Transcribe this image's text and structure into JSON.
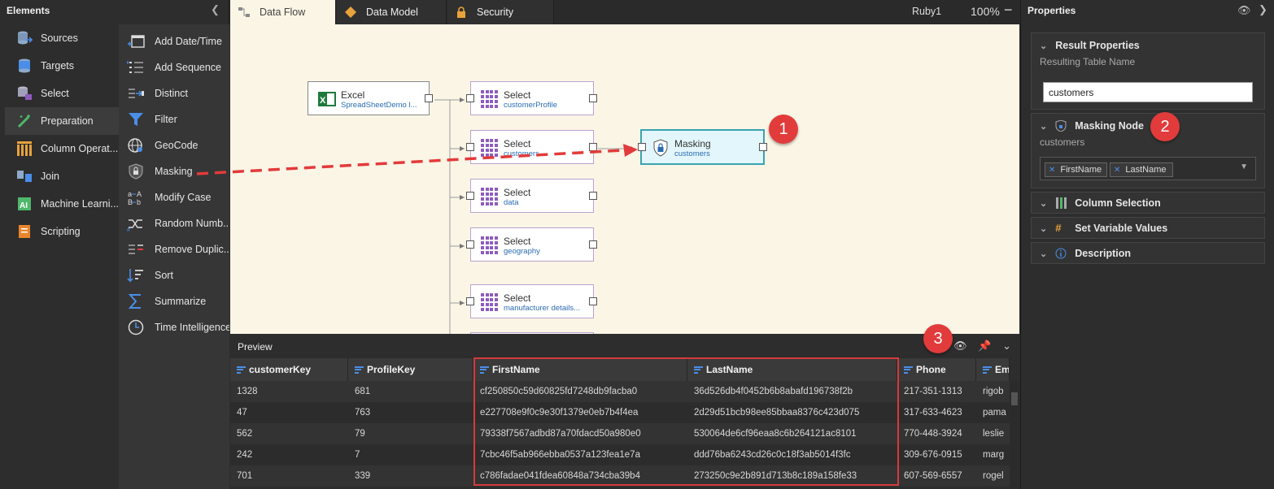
{
  "elements_panel": {
    "title": "Elements",
    "categories": [
      {
        "label": "Sources"
      },
      {
        "label": "Targets"
      },
      {
        "label": "Select"
      },
      {
        "label": "Preparation"
      },
      {
        "label": "Column Operat..."
      },
      {
        "label": "Join"
      },
      {
        "label": "Machine Learni..."
      },
      {
        "label": "Scripting"
      }
    ],
    "tools": [
      {
        "label": "Add Date/Time"
      },
      {
        "label": "Add Sequence"
      },
      {
        "label": "Distinct"
      },
      {
        "label": "Filter"
      },
      {
        "label": "GeoCode"
      },
      {
        "label": "Masking"
      },
      {
        "label": "Modify Case"
      },
      {
        "label": "Random Numb..."
      },
      {
        "label": "Remove Duplic..."
      },
      {
        "label": "Sort"
      },
      {
        "label": "Summarize"
      },
      {
        "label": "Time Intelligence"
      }
    ]
  },
  "tabs": [
    {
      "label": "Data Flow"
    },
    {
      "label": "Data Model"
    },
    {
      "label": "Security"
    }
  ],
  "toolbar": {
    "user": "Ruby1",
    "zoom": "100%"
  },
  "canvas": {
    "nodes": [
      {
        "title": "Excel",
        "subtitle": "SpreadSheetDemo l..."
      },
      {
        "title": "Select",
        "subtitle": "customerProfile"
      },
      {
        "title": "Select",
        "subtitle": "customers"
      },
      {
        "title": "Select",
        "subtitle": "data"
      },
      {
        "title": "Select",
        "subtitle": "geography"
      },
      {
        "title": "Select",
        "subtitle": "manufacturer details..."
      },
      {
        "title": "Masking",
        "subtitle": "customers"
      }
    ],
    "callouts": [
      "1",
      "2",
      "3"
    ]
  },
  "preview": {
    "title": "Preview",
    "columns": [
      "customerKey",
      "ProfileKey",
      "FirstName",
      "LastName",
      "Phone",
      "Emai"
    ],
    "rows": [
      [
        "1328",
        "681",
        "cf250850c59d60825fd7248db9facba0",
        "36d526db4f0452b6b8abafd196738f2b",
        "217-351-1313",
        "rigob"
      ],
      [
        "47",
        "763",
        "e227708e9f0c9e30f1379e0eb7b4f4ea",
        "2d29d51bcb98ee85bbaa8376c423d075",
        "317-633-4623",
        "pama"
      ],
      [
        "562",
        "79",
        "79338f7567adbd87a70fdacd50a980e0",
        "530064de6cf96eaa8c6b264121ac8101",
        "770-448-3924",
        "leslie"
      ],
      [
        "242",
        "7",
        "7cbc46f5ab966ebba0537a123fea1e7a",
        "ddd76ba6243cd26c0c18f3ab5014f3fc",
        "309-676-0915",
        "marg"
      ],
      [
        "701",
        "339",
        "c786fadae041fdea60848a734cba39b4",
        "273250c9e2b891d713b8c189a158fe33",
        "607-569-6557",
        "rogel"
      ]
    ]
  },
  "properties": {
    "title": "Properties",
    "result_section": {
      "title": "Result Properties",
      "field_label": "Resulting Table Name",
      "field_value": "customers"
    },
    "masking_section": {
      "title": "Masking Node",
      "table": "customers",
      "chips": [
        "FirstName",
        "LastName"
      ]
    },
    "collapsed_sections": [
      "Column Selection",
      "Set Variable Values",
      "Description"
    ]
  },
  "colors": {
    "accent_red": "#e23b3b",
    "canvas_bg": "#fbf5e6",
    "mask_node_border": "#3aa3b0",
    "select_node_purple": "#8e5bbd"
  }
}
